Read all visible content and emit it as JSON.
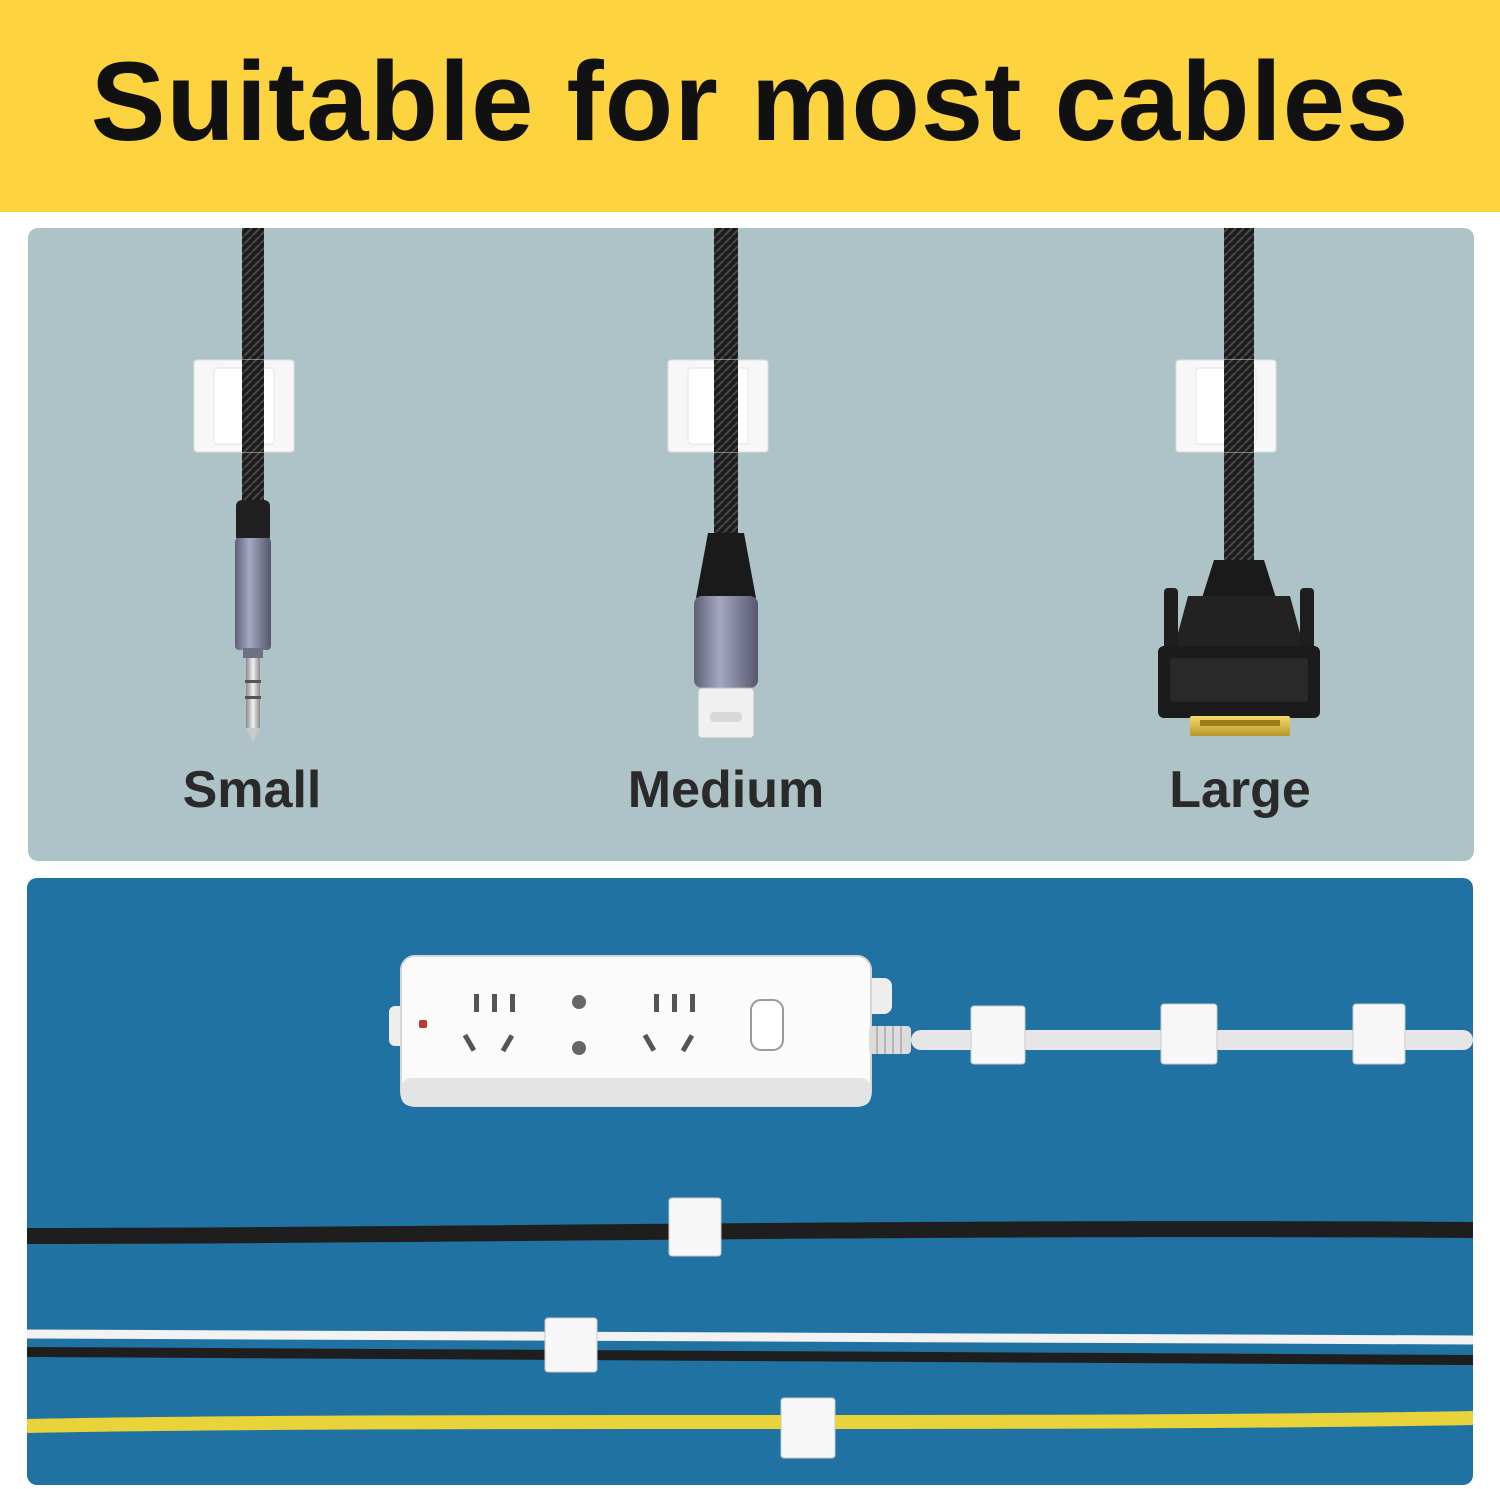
{
  "banner": {
    "title": "Suitable for most cables"
  },
  "sizes": {
    "small": "Small",
    "medium": "Medium",
    "large": "Large"
  },
  "colors": {
    "banner_bg": "#FDD33F",
    "top_panel_bg": "#ADC3C8",
    "bottom_panel_bg": "#1F72A1",
    "clip": "#F7F7F7",
    "cable_black": "#1E1E1E",
    "cable_white": "#F2F2F2",
    "cable_yellow": "#E8D43A",
    "cable_gray": "#E6E6E6"
  },
  "icons": [
    "audio-jack-3.5mm-icon",
    "usb-c-plug-icon",
    "dvi-connector-icon",
    "power-strip-icon",
    "cable-clip-icon"
  ]
}
